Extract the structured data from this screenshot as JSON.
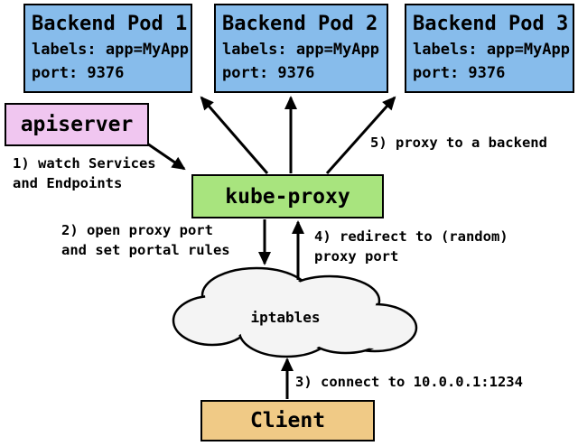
{
  "diagram": {
    "pods": {
      "pod1": {
        "title": "Backend Pod 1",
        "labels": "labels: app=MyApp",
        "port": "port: 9376"
      },
      "pod2": {
        "title": "Backend Pod 2",
        "labels": "labels: app=MyApp",
        "port": "port: 9376"
      },
      "pod3": {
        "title": "Backend Pod 3",
        "labels": "labels: app=MyApp",
        "port": "port: 9376"
      }
    },
    "apiserver_label": "apiserver",
    "kube_proxy_label": "kube-proxy",
    "iptables_label": "iptables",
    "client_label": "Client",
    "annotations": {
      "step1_line1": "1) watch Services",
      "step1_line2": "and Endpoints",
      "step2_line1": "2) open proxy port",
      "step2_line2": "and set portal rules",
      "step3": "3) connect to 10.0.0.1:1234",
      "step4_line1": "4) redirect to (random)",
      "step4_line2": "proxy port",
      "step5": "5) proxy to a backend"
    },
    "colors": {
      "pod_fill": "#87BCEB",
      "apiserver_fill": "#F0C6F0",
      "kube_proxy_fill": "#A8E47E",
      "client_fill": "#F0CA86",
      "cloud_fill": "#F4F4F4",
      "arrow": "#000000",
      "background": "#FFFFFF"
    }
  }
}
